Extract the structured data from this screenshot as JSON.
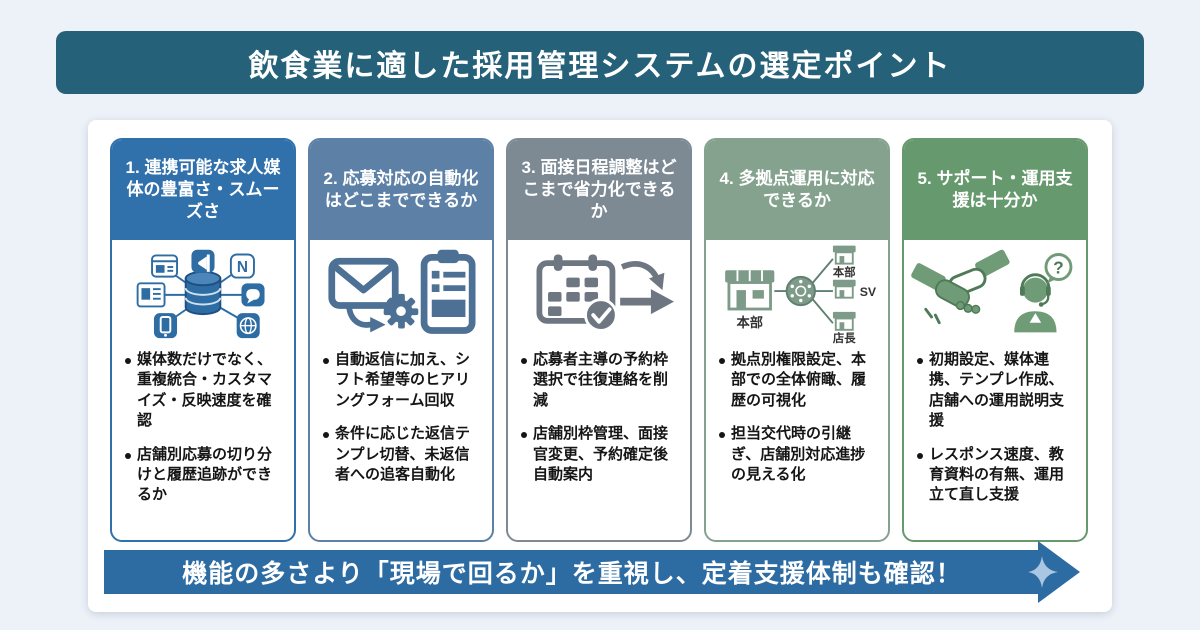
{
  "colors": {
    "background": "#edf1f8",
    "title_bar": "#26617a",
    "banner": "#2d6ba3",
    "banner_star": "#a9c6e2",
    "card": "#ffffff",
    "bullet_text": "#151515"
  },
  "title": "飲食業に適した採用管理システムの選定ポイント",
  "footer": {
    "text": "機能の多さより「現場で回るか」を重視し、定着支援体制も確認！"
  },
  "columns": [
    {
      "title": "1. 連携可能な求人媒体の豊富さ・スムーズさ",
      "accent": "#3071ab",
      "icon": "media-hub-icon",
      "bullets": [
        "媒体数だけでなく、重複統合・カスタマイズ・反映速度を確認",
        "店舗別応募の切り分けと履歴追跡ができるか"
      ],
      "icon_labels": {
        "n_badge": "N"
      }
    },
    {
      "title": "2. 応募対応の自動化はどこまでできるか",
      "accent": "#5c80a6",
      "icon": "mail-automation-icon",
      "bullets": [
        "自動返信に加え、シフト希望等のヒアリングフォーム回収",
        "条件に応じた返信テンプレ切替、未返信者への追客自動化"
      ]
    },
    {
      "title": "3. 面接日程調整はどこまで省力化できるか",
      "accent": "#7d8a94",
      "icon": "calendar-schedule-icon",
      "bullets": [
        "応募者主導の予約枠選択で往復連絡を削減",
        "店舗別枠管理、面接官変更、予約確定後自動案内"
      ]
    },
    {
      "title": "4. 多拠点運用に対応できるか",
      "accent": "#85a28f",
      "icon": "multi-location-icon",
      "bullets": [
        "拠点別権限設定、本部での全体俯瞰、履歴の可視化",
        "担当交代時の引継ぎ、店舗別対応進捗の見える化"
      ],
      "icon_labels": {
        "hq_main": "本部",
        "branch_top": "本部",
        "branch_mid": "SV",
        "branch_bottom": "店長"
      }
    },
    {
      "title": "5. サポート・運用支援は十分か",
      "accent": "#67996e",
      "icon": "support-icon",
      "bullets": [
        "初期設定、媒体連携、テンプレ作成、店舗への運用説明支援",
        "レスポンス速度、教育資料の有無、運用立て直し支援"
      ],
      "icon_labels": {
        "question": "?"
      }
    }
  ]
}
